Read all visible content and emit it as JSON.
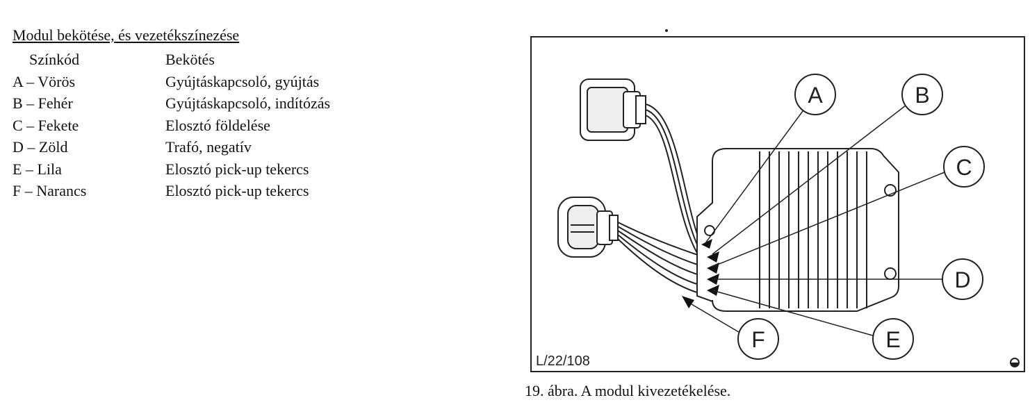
{
  "heading": "Modul bekötése, és vezetékszínezése",
  "table": {
    "headers": [
      "Színkód",
      "Bekötés"
    ],
    "rows": [
      [
        "A – Vörös",
        "Gyújtáskapcsoló, gyújtás"
      ],
      [
        "B – Fehér",
        "Gyújtáskapcsoló, indítózás"
      ],
      [
        "C – Fekete",
        "Elosztó földelése"
      ],
      [
        "D – Zöld",
        "Trafó, negatív"
      ],
      [
        "E – Lila",
        "Elosztó pick-up tekercs"
      ],
      [
        "F – Narancs",
        "Elosztó pick-up tekercs"
      ]
    ]
  },
  "figure": {
    "labels": [
      "A",
      "B",
      "C",
      "D",
      "E",
      "F"
    ],
    "code": "L/22/108"
  },
  "caption": "19. ábra. A modul kivezetékelése."
}
